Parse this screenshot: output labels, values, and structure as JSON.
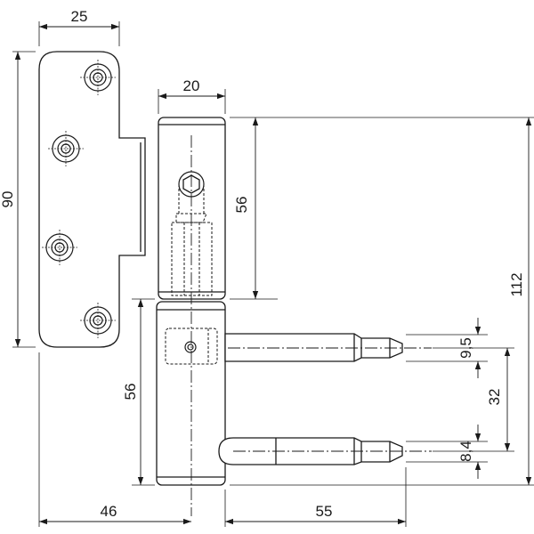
{
  "drawing": {
    "dimensions": {
      "plate_width": "25",
      "plate_height": "90",
      "barrel_width": "20",
      "upper_length": "56",
      "total_height": "112",
      "pin_diameter_top": "9,5",
      "pin_spacing": "32",
      "pin_diameter_bottom": "8,4",
      "lower_length": "56",
      "offset_left": "46",
      "pin_length": "55"
    }
  }
}
